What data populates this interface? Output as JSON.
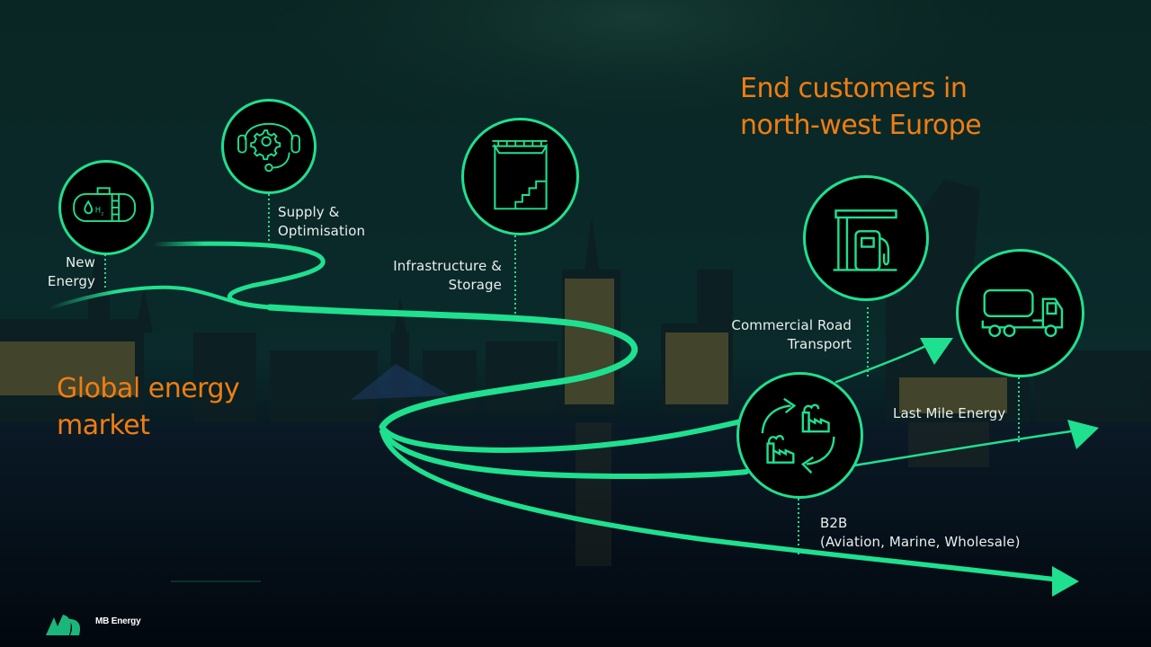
{
  "slide": {
    "headline_right": [
      "End customers in",
      "north-west Europe"
    ],
    "headline_left": [
      "Global energy",
      "market"
    ],
    "accent_color": "#1fe08f",
    "headline_color": "#f07d12"
  },
  "nodes": [
    {
      "id": "new-energy",
      "icon": "hydrogen-tank-icon",
      "label": [
        "New",
        "Energy"
      ]
    },
    {
      "id": "supply-optimisation",
      "icon": "headset-gear-icon",
      "label": [
        "Supply &",
        "Optimisation"
      ]
    },
    {
      "id": "infrastructure-storage",
      "icon": "storage-tank-stairs-icon",
      "label": [
        "Infrastructure &",
        "Storage"
      ]
    },
    {
      "id": "commercial-road-transport",
      "icon": "fuel-pump-icon",
      "label": [
        "Commercial Road",
        "Transport"
      ]
    },
    {
      "id": "last-mile-energy",
      "icon": "tanker-truck-icon",
      "label": [
        "Last Mile Energy"
      ]
    },
    {
      "id": "b2b",
      "icon": "factory-cycle-icon",
      "label": [
        "B2B",
        "(Aviation, Marine, Wholesale)"
      ]
    }
  ],
  "footer": {
    "brand": "MB Energy"
  }
}
